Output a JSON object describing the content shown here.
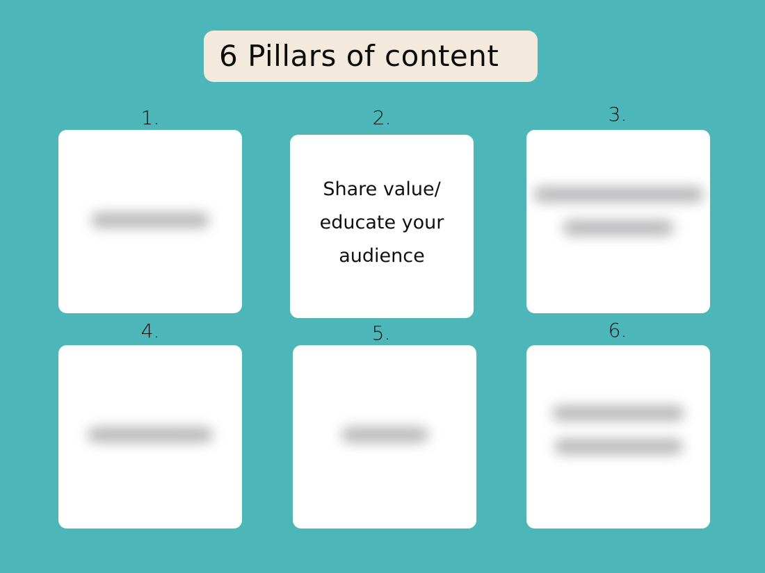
{
  "slide": {
    "title": "6 Pillars of content",
    "background_color": "#4db6b9",
    "title_box_color": "#f3e9dd",
    "card_color": "#ffffff"
  },
  "pillars": [
    {
      "number": "1.",
      "text": null,
      "text_obscured": true,
      "obscured_lines": 1
    },
    {
      "number": "2.",
      "text": "Share value/\neducate your\naudience",
      "text_obscured": false
    },
    {
      "number": "3.",
      "text": null,
      "text_obscured": true,
      "obscured_lines": 2
    },
    {
      "number": "4.",
      "text": null,
      "text_obscured": true,
      "obscured_lines": 1
    },
    {
      "number": "5.",
      "text": null,
      "text_obscured": true,
      "obscured_lines": 1
    },
    {
      "number": "6.",
      "text": null,
      "text_obscured": true,
      "obscured_lines": 2
    }
  ]
}
